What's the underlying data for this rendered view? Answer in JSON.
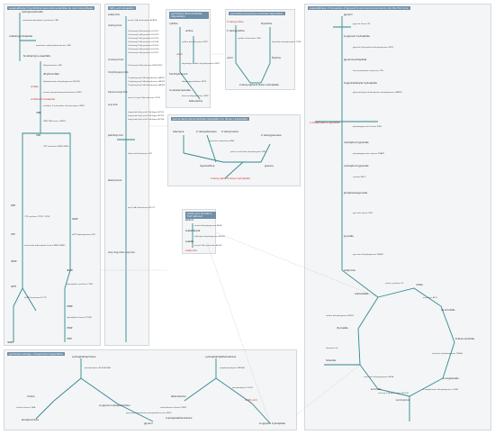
{
  "panels": {
    "pyrimidine": "superpathway of pyrimidine deoxyribonucleotides de novo biosynthesis",
    "fatty": "fatty acid elongation",
    "pyrimidine_ribo": "pyrimidine ribonucleotides degradation",
    "pyrimidine_deoxy": "pyrimidine deoxyribonucleotides degradation",
    "glycerol": "superpathway of conversion of glycerol to succinyl-CoA and entry into the TCA cycle",
    "purine": "purine deoxyribonucleotides degradation to ribose 1-phosphate",
    "acetyl": "acetyl-CoA formation from ethanol",
    "salvage": "pyrimidine salvage / phospholipid degradation"
  },
  "pyrimidine_nodes": {
    "n1": "hydrogencarbonate",
    "n2": "carbamoyl phosphate",
    "n3": "N-carbamoyl-L-aspartate",
    "n4": "dihydroorotate",
    "n5": "orotate",
    "n6": "orotidine 5'-phosphate",
    "n7": "UMP",
    "n8": "UDP",
    "n9": "dUDP",
    "n10": "dUMP",
    "n11": "dTMP",
    "n12": "CTP",
    "n13": "CDP",
    "n14": "dCDP",
    "n15": "dCTP",
    "n16": "dCMP",
    "n17": "dTDP",
    "n18": "dTTP"
  },
  "pyrimidine_enzymes": {
    "e1": "carbamoyl-phosphate synthetase CAD",
    "e2": "aspartate carbamoyltransferase CAD",
    "e3": "dihydroorotase CAD",
    "e4": "dihydroorotate dehydrogenase DHODH",
    "e5": "orotate phosphoribosyltransferase UMPS",
    "e6": "orotidine 5'-phosphate decarboxylase UMPS",
    "e7": "UMP/CMP kinase CMPK1",
    "e8": "CDP reductase RRM1 RRM2",
    "e9": "nucleoside diphosphate kinase NME1 NME2",
    "e10": "CTP synthase CTPS1 CTPS2",
    "e11": "dCMP deaminase DCTD",
    "e12": "thymidylate synthase TYMS",
    "e13": "thymidylate kinase DTYMK",
    "e14": "dUTP diphosphatase DUT"
  },
  "fatty_nodes": {
    "n1": "acetyl-CoA",
    "n2": "malonyl-CoA",
    "n3": "acyl-CoA",
    "n4": "3-oxoacyl-CoA",
    "n5": "3-hydroxyacyl-CoA",
    "n6": "trans-2-enoyl-CoA",
    "n7": "palmitoyl-CoA",
    "n8": "stearoyl-CoA",
    "n9": "very long-chain acyl-CoA"
  },
  "fatty_enzymes": {
    "e1": "acetyl-CoA carboxylase ACACA",
    "e2": "3-ketoacyl-CoA synthase ELOVL1",
    "e3": "3-ketoacyl-CoA synthase ELOVL2",
    "e4": "3-ketoacyl-CoA synthase ELOVL3",
    "e5": "3-ketoacyl-CoA synthase ELOVL4",
    "e6": "3-ketoacyl-CoA synthase ELOVL5",
    "e7": "3-ketoacyl-CoA synthase ELOVL6",
    "e8": "3-ketoacyl-CoA synthase ELOVL7",
    "e9": "3-ketoacyl-CoA reductase HSD17B12",
    "e10": "3-hydroxyacyl-CoA dehydratase HACD1",
    "e11": "3-hydroxyacyl-CoA dehydratase HACD2",
    "e12": "3-hydroxyacyl-CoA dehydratase HACD3",
    "e13": "trans-2-enoyl-CoA reductase TECR",
    "e14": "long-chain fatty acid-CoA ligase ACSL1",
    "e15": "long-chain fatty acid-CoA ligase ACSL3",
    "e16": "long-chain fatty acid-CoA ligase ACSL4",
    "e17": "fatty acid desaturase SCD",
    "e18": "acyl-CoA thioesterase ACOT7"
  },
  "ribo_nodes": {
    "n1": "uridine",
    "n2": "uracil",
    "n3": "5,6-dihydrouracil",
    "n4": "3-ureidopropanoate",
    "n5": "beta-alanine",
    "n6": "cytidine"
  },
  "ribo_enzymes": {
    "e1": "uridine phosphorylase UPP1",
    "e2": "dihydropyrimidine dehydrogenase DPYD",
    "e3": "dihydropyrimidinase DPYS",
    "e4": "beta-ureidopropionase UPB1"
  },
  "deoxy_nodes": {
    "n1": "2'-deoxyuridine",
    "n2": "thymidine",
    "n3": "2'-deoxycytidine",
    "n4": "thymine",
    "n5": "uracil",
    "n6": "2-deoxy-alpha-D-ribose 1-phosphate"
  },
  "deoxy_enzymes": {
    "e1": "thymidine phosphorylase TYMP",
    "e2": "cytidine deaminase CDA"
  },
  "purine_nodes": {
    "n1": "adenosine",
    "n2": "2'-deoxyadenosine",
    "n3": "2'-deoxyinosine",
    "n4": "hypoxanthine",
    "n5": "2'-deoxyguanosine",
    "n6": "guanine",
    "n7": "2-deoxy-alpha-D-ribose 1-phosphate"
  },
  "purine_enzymes": {
    "e1": "adenosine deaminase ADA",
    "e2": "purine nucleoside phosphorylase PNP"
  },
  "acetyl_nodes": {
    "n1": "ethanol",
    "n2": "acetaldehyde",
    "n3": "acetate",
    "n4": "acetyl-CoA"
  },
  "acetyl_enzymes": {
    "e1": "alcohol dehydrogenase ADH5",
    "e2": "aldehyde dehydrogenase ALDH2",
    "e3": "acetyl-CoA synthetase ACSS2"
  },
  "glycerol_nodes": {
    "n1": "glycerol",
    "n2": "sn-glycerol 3-phosphate",
    "n3": "glycerone phosphate",
    "n4": "D-glyceraldehyde 3-phosphate",
    "n5": "1,3-bisphospho-D-glycerate",
    "n6": "3-phospho-D-glycerate",
    "n7": "2-phospho-D-glycerate",
    "n8": "phosphoenolpyruvate",
    "n9": "pyruvate",
    "n10": "acetyl-CoA",
    "n11": "citrate",
    "n12": "cis-aconitate",
    "n13": "D-threo-isocitrate",
    "n14": "2-oxoglutarate",
    "n15": "succinyl-CoA",
    "n16": "succinate",
    "n17": "fumarate",
    "n18": "(S)-malate",
    "n19": "oxaloacetate"
  },
  "glycerol_enzymes": {
    "e1": "glycerol kinase GK",
    "e2": "glycerol-3-phosphate dehydrogenase GPD1",
    "e3": "triose-phosphate isomerase TPI1",
    "e4": "glyceraldehyde-3-phosphate dehydrogenase GAPDH",
    "e5": "phosphoglycerate kinase PGK1",
    "e6": "phosphoglycerate mutase PGAM1",
    "e7": "enolase ENO1",
    "e8": "pyruvate kinase PKM",
    "e9": "pyruvate dehydrogenase PDHA1",
    "e10": "citrate synthase CS",
    "e11": "aconitase ACO2",
    "e12": "isocitrate dehydrogenase IDH3A",
    "e13": "2-oxoglutarate dehydrogenase OGDH",
    "e14": "succinyl-CoA synthetase SUCLG1",
    "e15": "succinate dehydrogenase SDHA",
    "e16": "fumarase FH",
    "e17": "malate dehydrogenase MDH2"
  },
  "salvage_nodes": {
    "n1": "a phosphatidylcholine",
    "n2": "choline",
    "n3": "phosphocholine",
    "n4": "sn-glycero-3-phosphocholine",
    "n5": "a phosphatidylethanolamine",
    "n6": "ethanolamine",
    "n7": "O-phosphoethanolamine",
    "n8": "glycerol",
    "n9": "sn-glycerol 3-phosphate",
    "n10": "a fatty acid"
  },
  "salvage_enzymes": {
    "e1": "phospholipase A2 PLA2G4A",
    "e2": "lysophospholipase PNPLA6",
    "e3": "glycerophosphodiester phosphodiesterase GDE1",
    "e4": "phospholipase D PLD1",
    "e5": "choline kinase CHKA",
    "e6": "ethanolamine kinase ETNK1"
  }
}
